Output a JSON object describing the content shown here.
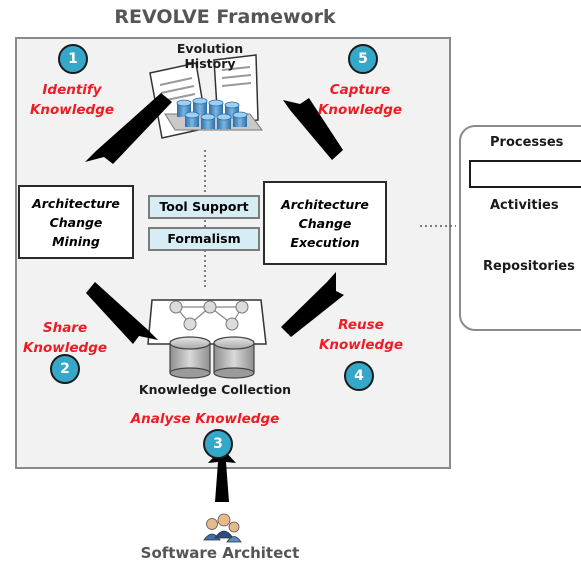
{
  "title": "REVOLVE Framework",
  "evolution_history": "Evolution History",
  "steps": [
    {
      "number": "1",
      "label_line1": "Identify",
      "label_line2": "Knowledge"
    },
    {
      "number": "2",
      "label_line1": "Share",
      "label_line2": "Knowledge"
    },
    {
      "number": "3",
      "label": "Analyse Knowledge"
    },
    {
      "number": "4",
      "label_line1": "Reuse",
      "label_line2": "Knowledge"
    },
    {
      "number": "5",
      "label_line1": "Capture",
      "label_line2": "Knowledge"
    }
  ],
  "mining_box": {
    "line1": "Architecture",
    "line2": "Change",
    "line3": "Mining"
  },
  "execution_box": {
    "line1": "Architecture",
    "line2": "Change",
    "line3": "Execution"
  },
  "tool_support": "Tool Support",
  "formalism": "Formalism",
  "knowledge_collection": "Knowledge Collection",
  "software_architect": "Software Architect",
  "legend": {
    "processes": "Processes",
    "activities": "Activities",
    "repositories": "Repositories"
  },
  "colors": {
    "accent_red": "#ee1c25",
    "step_circle": "#35a7c9",
    "tool_box": "#d6edf6",
    "frame": "#f2f2f2"
  }
}
